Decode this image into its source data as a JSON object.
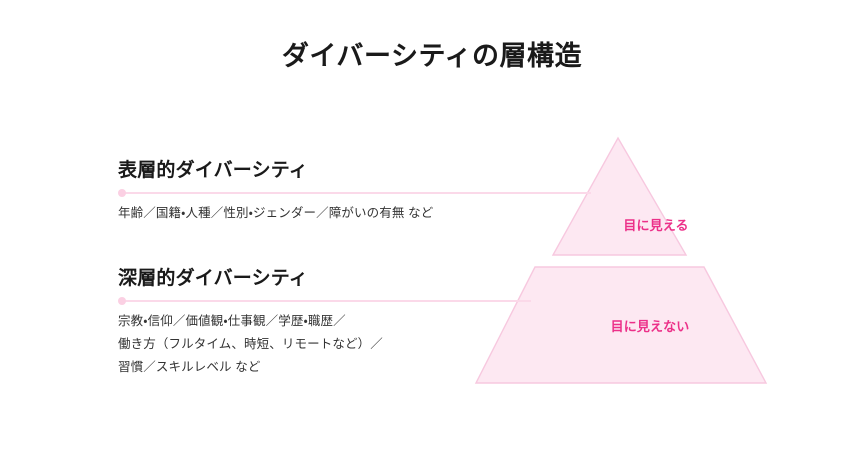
{
  "title": "ダイバーシティの層構造",
  "colors": {
    "background": "#ffffff",
    "title_text": "#1a1a1a",
    "heading_text": "#1a1a1a",
    "body_text": "#333333",
    "accent_pink": "#ec3089",
    "pyramid_fill": "#fde8f2",
    "pyramid_stroke": "#f7c8df",
    "connector_line": "#fbd9e9",
    "connector_dot": "#fbd0e3"
  },
  "sections": [
    {
      "id": "surface",
      "heading": "表層的ダイバーシティ",
      "body_lines": [
        "年齢／国籍・人種／性別・ジェンダー／障がいの有無 など"
      ]
    },
    {
      "id": "deep",
      "heading": "深層的ダイバーシティ",
      "body_lines": [
        "宗教・信仰／価値観・仕事観／学歴・職歴／",
        "働き方（フルタイム、時短、リモートなど）／",
        "習慣／スキルレベル など"
      ]
    }
  ],
  "pyramid": {
    "top_label": "目に見える",
    "bottom_label": "目に見えない"
  }
}
